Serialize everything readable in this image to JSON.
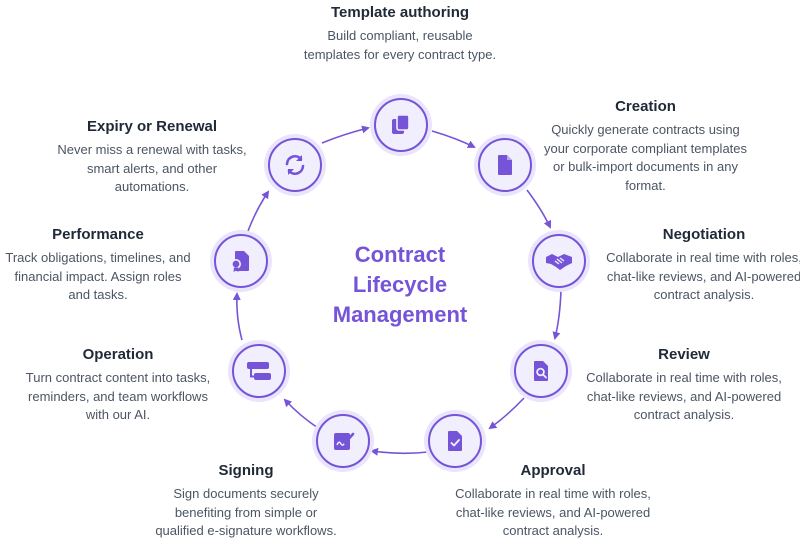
{
  "center": {
    "line1": "Contract",
    "line2": "Lifecycle",
    "line3": "Management"
  },
  "colors": {
    "accent": "#7654d8",
    "node_fill": "#f1eefe",
    "node_halo": "#eae5fd",
    "text": "#1f2937",
    "muted": "#4b5563"
  },
  "stages": [
    {
      "title": "Template authoring",
      "desc": "Build compliant, reusable templates for every contract type.",
      "icon": "copy-document-icon"
    },
    {
      "title": "Creation",
      "desc": "Quickly generate contracts using your corporate compliant templates or bulk-import documents in any format.",
      "icon": "document-icon"
    },
    {
      "title": "Negotiation",
      "desc": "Collaborate in real time with roles, chat-like reviews, and AI-powered contract analysis.",
      "icon": "handshake-icon"
    },
    {
      "title": "Review",
      "desc": "Collaborate in real time with roles, chat-like reviews, and AI-powered contract analysis.",
      "icon": "document-search-icon"
    },
    {
      "title": "Approval",
      "desc": "Collaborate in real time with roles, chat-like reviews, and AI-powered contract analysis.",
      "icon": "document-check-icon"
    },
    {
      "title": "Signing",
      "desc": "Sign documents securely benefiting from simple or qualified e-signature workflows.",
      "icon": "signature-icon"
    },
    {
      "title": "Operation",
      "desc": "Turn contract content into tasks, reminders, and team workflows with our AI.",
      "icon": "workflow-icon"
    },
    {
      "title": "Performance",
      "desc": "Track obligations, timelines, and financial impact. Assign roles and tasks.",
      "icon": "certificate-icon"
    },
    {
      "title": "Expiry or Renewal",
      "desc": "Never miss a renewal with tasks, smart alerts, and other automations.",
      "icon": "renew-arrows-icon"
    }
  ]
}
